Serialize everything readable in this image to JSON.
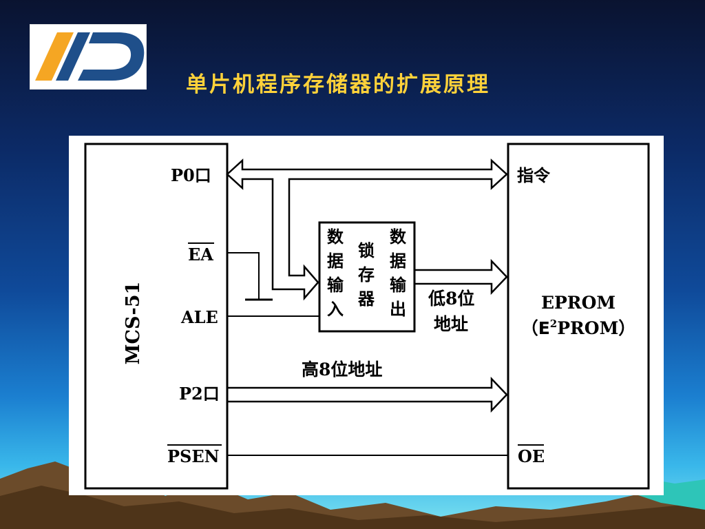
{
  "slide": {
    "title": "单片机程序存储器的扩展原理"
  },
  "diagram": {
    "mcu": {
      "name": "MCS-51",
      "pins": {
        "p0": "P0口",
        "ea": "EA",
        "ale": "ALE",
        "p2": "P2口",
        "psen": "PSEN"
      }
    },
    "latch": {
      "left_label": [
        "数",
        "据",
        "输",
        "入"
      ],
      "center_label": [
        "锁",
        "存",
        "器"
      ],
      "right_label": [
        "数",
        "据",
        "输",
        "出"
      ]
    },
    "memory": {
      "line1": "EPROM",
      "line2_open": "（E",
      "line2_sup": "2",
      "line2_close": "PROM）",
      "pins": {
        "instr": "指令",
        "oe": "OE"
      }
    },
    "signals": {
      "low_addr_line1": "低8位",
      "low_addr_line2": "地址",
      "high_addr": "高8位地址"
    }
  },
  "colors": {
    "title": "#ffd23a",
    "panel": "#ffffff",
    "logo_orange": "#f5a623",
    "logo_blue": "#1f4f8a"
  }
}
